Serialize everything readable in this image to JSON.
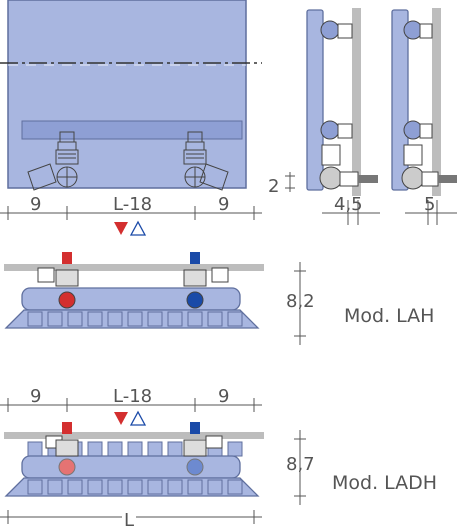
{
  "colors": {
    "panel": "#a8b6e0",
    "panel_stroke": "#5f6f9e",
    "wall": "#bdbdbd",
    "red": "#d32f2f",
    "blue": "#1a4aa8",
    "line": "#555555"
  },
  "top_view": {
    "dim_left": "9",
    "dim_center": "L-18",
    "dim_right": "9",
    "dim_height": "2"
  },
  "side_view": {
    "dim_a": "4,5",
    "dim_b": "5"
  },
  "lah": {
    "dim_height": "8,2",
    "model_label": "Mod. LAH"
  },
  "ladh": {
    "dim_left": "9",
    "dim_center": "L-18",
    "dim_right": "9",
    "dim_height": "8,7",
    "model_label": "Mod. LADH",
    "dim_total": "L"
  },
  "icons": {
    "supply": "red-triangle-down",
    "return": "blue-triangle-up-outline"
  }
}
